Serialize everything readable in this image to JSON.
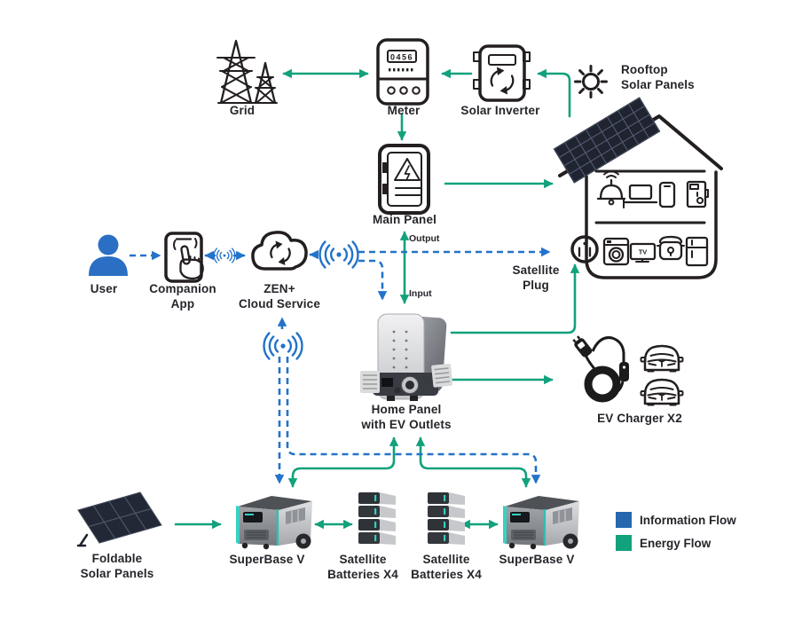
{
  "colors": {
    "energy_flow": "#12A17C",
    "information_flow": "#2273C9",
    "legend_information": "#2566AF",
    "legend_energy": "#12A17C",
    "ink": "#231F20",
    "label": "#26242A",
    "user_blue": "#2B6FC4",
    "product_accent": "#38D1C3"
  },
  "labels": {
    "grid": "Grid",
    "meter": "Meter",
    "solar_inverter": "Solar Inverter",
    "rooftop_solar": "Rooftop\nSolar Panels",
    "main_panel": "Main Panel",
    "satellite_plug": "Satellite\nPlug",
    "user": "User",
    "companion_app": "Companion\nApp",
    "zen_cloud": "ZEN+\nCloud Service",
    "home_panel": "Home Panel\nwith EV Outlets",
    "ev_charger": "EV Charger X2",
    "foldable_solar": "Foldable\nSolar Panels",
    "superbase_left": "SuperBase V",
    "satellite_batteries_left": "Satellite\nBatteries X4",
    "satellite_batteries_right": "Satellite\nBatteries X4",
    "superbase_right": "SuperBase V"
  },
  "flow_labels": {
    "output": "Output",
    "input": "Input"
  },
  "device_text": {
    "meter_display": "0456",
    "tv": "TV"
  },
  "legend": {
    "information_flow": "Information Flow",
    "energy_flow": "Energy Flow"
  }
}
